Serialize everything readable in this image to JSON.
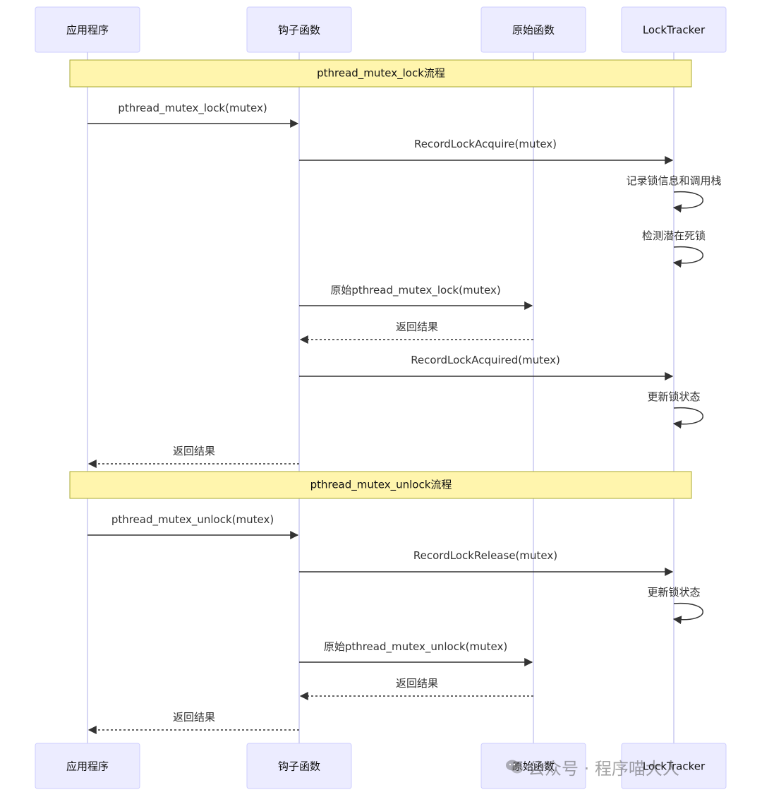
{
  "participants": [
    {
      "id": "app",
      "label": "应用程序"
    },
    {
      "id": "hook",
      "label": "钩子函数"
    },
    {
      "id": "orig",
      "label": "原始函数"
    },
    {
      "id": "tracker",
      "label": "LockTracker"
    }
  ],
  "sections": [
    {
      "label": "pthread_mutex_lock流程"
    },
    {
      "label": "pthread_mutex_unlock流程"
    }
  ],
  "messages": [
    {
      "from": "app",
      "to": "hook",
      "text": "pthread_mutex_lock(mutex)",
      "style": "solid"
    },
    {
      "from": "hook",
      "to": "tracker",
      "text": "RecordLockAcquire(mutex)",
      "style": "solid"
    },
    {
      "from": "tracker",
      "to": "tracker",
      "text": "记录锁信息和调用栈",
      "style": "self"
    },
    {
      "from": "tracker",
      "to": "tracker",
      "text": "检测潜在死锁",
      "style": "self"
    },
    {
      "from": "hook",
      "to": "orig",
      "text": "原始pthread_mutex_lock(mutex)",
      "style": "solid"
    },
    {
      "from": "orig",
      "to": "hook",
      "text": "返回结果",
      "style": "dotted"
    },
    {
      "from": "hook",
      "to": "tracker",
      "text": "RecordLockAcquired(mutex)",
      "style": "solid"
    },
    {
      "from": "tracker",
      "to": "tracker",
      "text": "更新锁状态",
      "style": "self"
    },
    {
      "from": "hook",
      "to": "app",
      "text": "返回结果",
      "style": "dotted"
    },
    {
      "from": "app",
      "to": "hook",
      "text": "pthread_mutex_unlock(mutex)",
      "style": "solid"
    },
    {
      "from": "hook",
      "to": "tracker",
      "text": "RecordLockRelease(mutex)",
      "style": "solid"
    },
    {
      "from": "tracker",
      "to": "tracker",
      "text": "更新锁状态",
      "style": "self"
    },
    {
      "from": "hook",
      "to": "orig",
      "text": "原始pthread_mutex_unlock(mutex)",
      "style": "solid"
    },
    {
      "from": "orig",
      "to": "hook",
      "text": "返回结果",
      "style": "dotted"
    },
    {
      "from": "hook",
      "to": "app",
      "text": "返回结果",
      "style": "dotted"
    }
  ],
  "watermark": {
    "icon": "wechat-icon",
    "text": "公众号 · 程序喵大人"
  }
}
